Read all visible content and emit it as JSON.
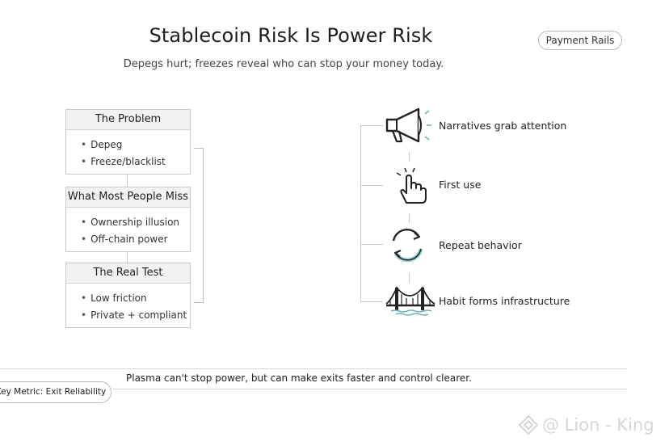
{
  "header": {
    "title": "Stablecoin Risk Is Power Risk",
    "subtitle": "Depegs hurt; freezes reveal who can stop your money today.",
    "tag": "Payment Rails"
  },
  "left_boxes": [
    {
      "heading": "The Problem",
      "items": [
        "Depeg",
        "Freeze/blacklist"
      ]
    },
    {
      "heading": "What Most People Miss",
      "items": [
        "Ownership illusion",
        "Off-chain power"
      ]
    },
    {
      "heading": "The Real Test",
      "items": [
        "Low friction",
        "Private + compliant"
      ]
    }
  ],
  "steps": [
    {
      "label": "Narratives grab attention",
      "icon": "megaphone-icon"
    },
    {
      "label": "First use",
      "icon": "pointer-hand-icon"
    },
    {
      "label": "Repeat behavior",
      "icon": "cycle-arrows-icon"
    },
    {
      "label": "Habit forms infrastructure",
      "icon": "bridge-icon"
    }
  ],
  "footer": {
    "metric": "Key Metric: Exit Reliability",
    "note": "Plasma can't stop power, but can make exits faster and control clearer."
  },
  "watermark": {
    "text": "@ Lion - King"
  },
  "colors": {
    "accent_teal": "#9fd0d3",
    "line": "#c9c9c9",
    "text": "#222222"
  }
}
